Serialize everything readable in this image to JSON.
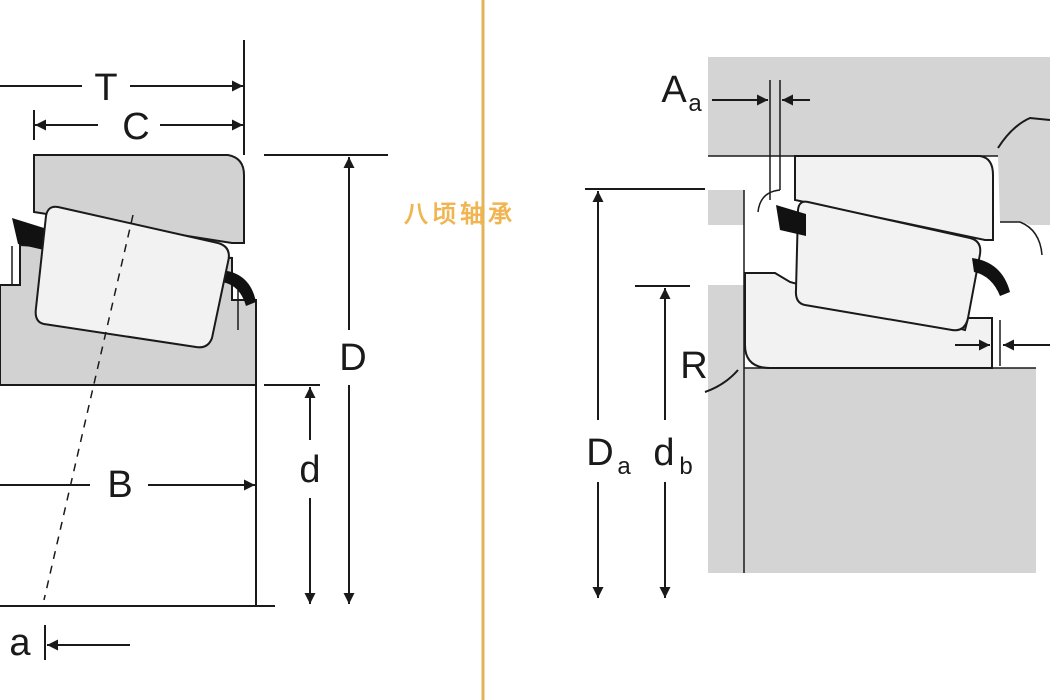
{
  "left_view": {
    "labels": {
      "T": "T",
      "C": "C",
      "D": "D",
      "B": "B",
      "d": "d",
      "a": "a"
    }
  },
  "right_view": {
    "labels": {
      "Aa": "A",
      "Aa_sub": "a",
      "R": "R",
      "Da": "D",
      "Da_sub": "a",
      "db": "d",
      "db_sub": "b"
    }
  },
  "watermark": "八顷轴承",
  "colors": {
    "part_gray": "#d2d2d2",
    "roller_fill": "#f2f2f2",
    "housing_gray": "#d4d4d4",
    "divider": "#e3b25b",
    "watermark": "#f0b550",
    "line": "#1a1a1a"
  }
}
